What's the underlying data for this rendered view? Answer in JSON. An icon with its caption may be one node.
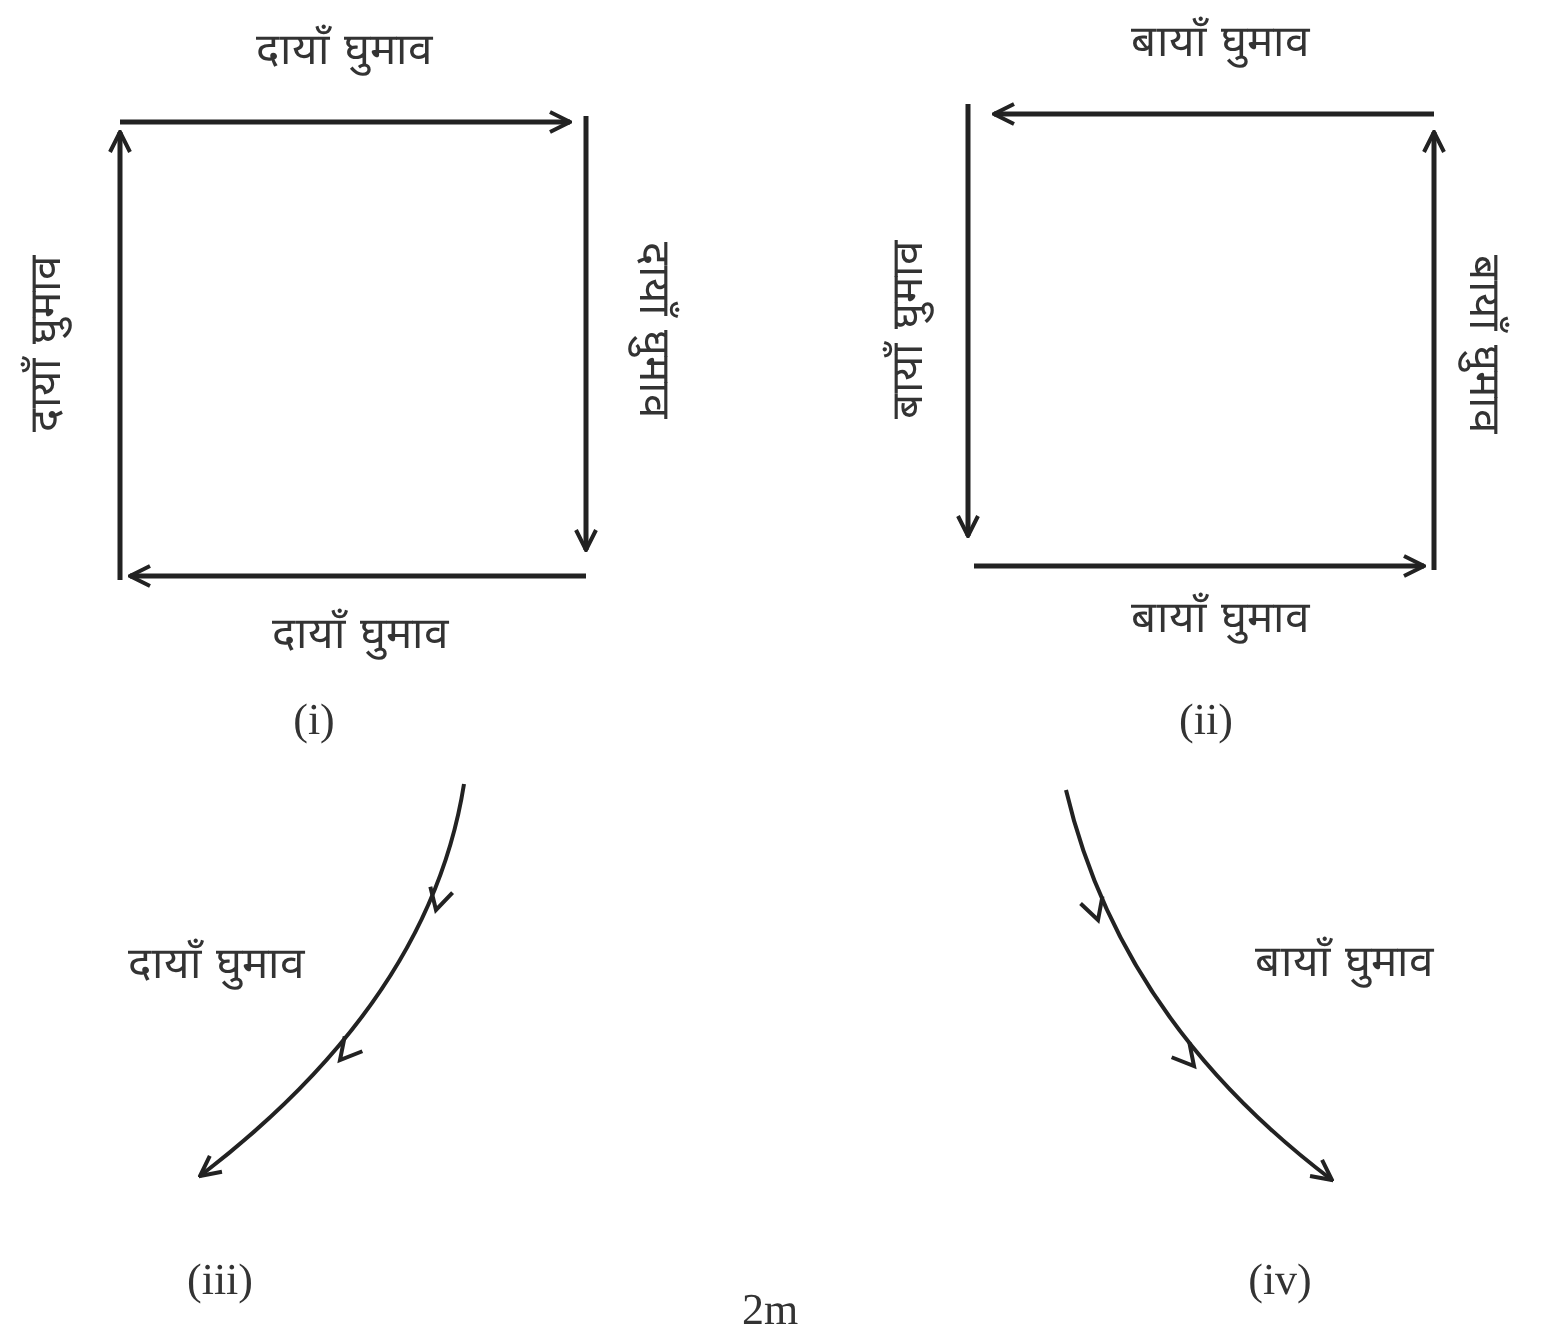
{
  "diagram": {
    "labels": [
      "दायाँ घुमाव",
      "बायाँ घुमाव",
      "दायाँ घुमाव",
      "दायाँ घुमाव",
      "बायाँ घुमाव",
      "बायाँ घुमाव",
      "दायाँ घुमाव",
      "बायाँ घुमाव",
      "(i)",
      "(ii)",
      "दायाँ घुमाव",
      "बायाँ घुमाव",
      "(iii)",
      "2m",
      "(iv)"
    ]
  }
}
